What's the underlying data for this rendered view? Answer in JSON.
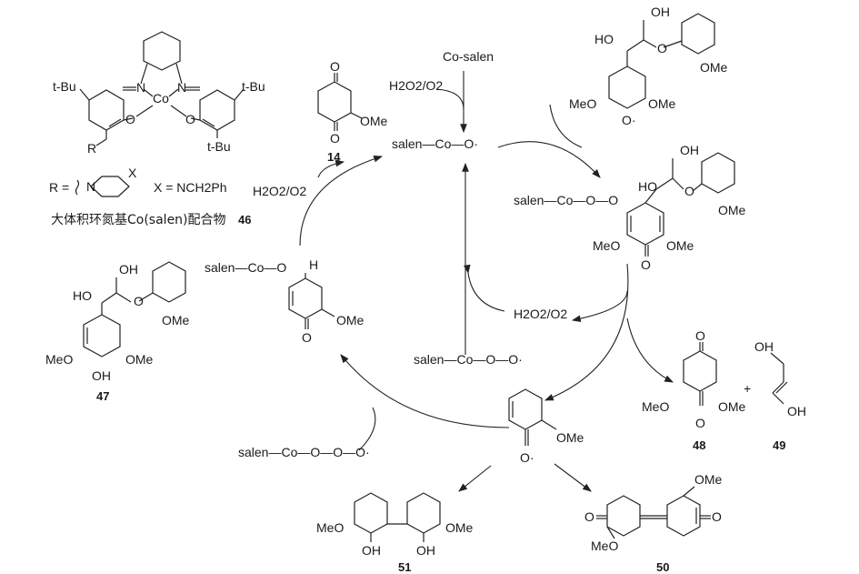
{
  "labels": {
    "tbu1": "t-Bu",
    "tbu2": "t-Bu",
    "tbu3": "t-Bu",
    "co_catalyst": "Co",
    "r_group": "R",
    "r_eq": "R =",
    "x_eq": "X = NCH2Ph",
    "x_ring": "X",
    "n_ring": "N",
    "caption_cn": "大体积环氮基Co(salen)配合物",
    "caption_num": "46",
    "co_salen": "Co-salen",
    "h2o2_o2_top": "H2O2/O2",
    "salen_co_o_top": "salen—Co—O·",
    "h2o2_o2_left": "H2O2/O2",
    "salen_co_oo": "salen—Co—O—O",
    "salen_co_o_left": "salen—Co—O",
    "h_label": "H",
    "h2o2_o2_right": "H2O2/O2",
    "salen_co_oo_center": "salen—Co—O—O·",
    "salen_co_ooo": "salen—Co—O—O—O·",
    "ome_14": "OMe",
    "ome_quinol": "OMe",
    "ome_47": "OMe",
    "meo_47": "MeO",
    "ome_47b": "OMe",
    "ho_47": "HO",
    "oh_47": "OH",
    "oh_47b": "OH",
    "ho_top": "HO",
    "oh_top": "OH",
    "meo_top": "MeO",
    "ome_top": "OMe",
    "ome_top_aryl": "OMe",
    "ho_mid": "HO",
    "oh_mid": "OH",
    "meo_mid": "MeO",
    "ome_mid": "OMe",
    "ome_mid_aryl": "OMe",
    "meo_48": "MeO",
    "ome_48": "OMe",
    "oh_49a": "OH",
    "oh_49b": "OH",
    "plus": "+",
    "ome_phenoxy": "OMe",
    "meo_51": "MeO",
    "ome_51": "OMe",
    "oh_51a": "OH",
    "oh_51b": "OH",
    "ome_50": "OMe",
    "meo_50": "MeO"
  },
  "compound_numbers": {
    "c14": "14",
    "c46": "46",
    "c47": "47",
    "c48": "48",
    "c49": "49",
    "c50": "50",
    "c51": "51"
  }
}
